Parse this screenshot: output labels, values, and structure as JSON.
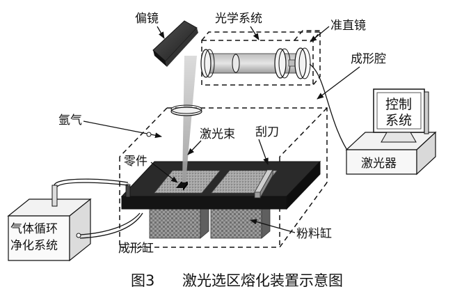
{
  "labels": {
    "mirror": "偏镜",
    "optics": "光学系统",
    "collimator": "准直镜",
    "chamber": "成形腔",
    "argon": "氩气",
    "beam": "激光束",
    "scraper": "刮刀",
    "part": "零件",
    "control_line1": "控制",
    "control_line2": "系统",
    "laser": "激光器",
    "gas_line1": "气体循环",
    "gas_line2": "净化系统",
    "build_cylinder": "成形缸",
    "powder_cylinder": "粉料缸"
  },
  "caption": {
    "number": "图3",
    "text": "激光选区熔化装置示意图"
  }
}
